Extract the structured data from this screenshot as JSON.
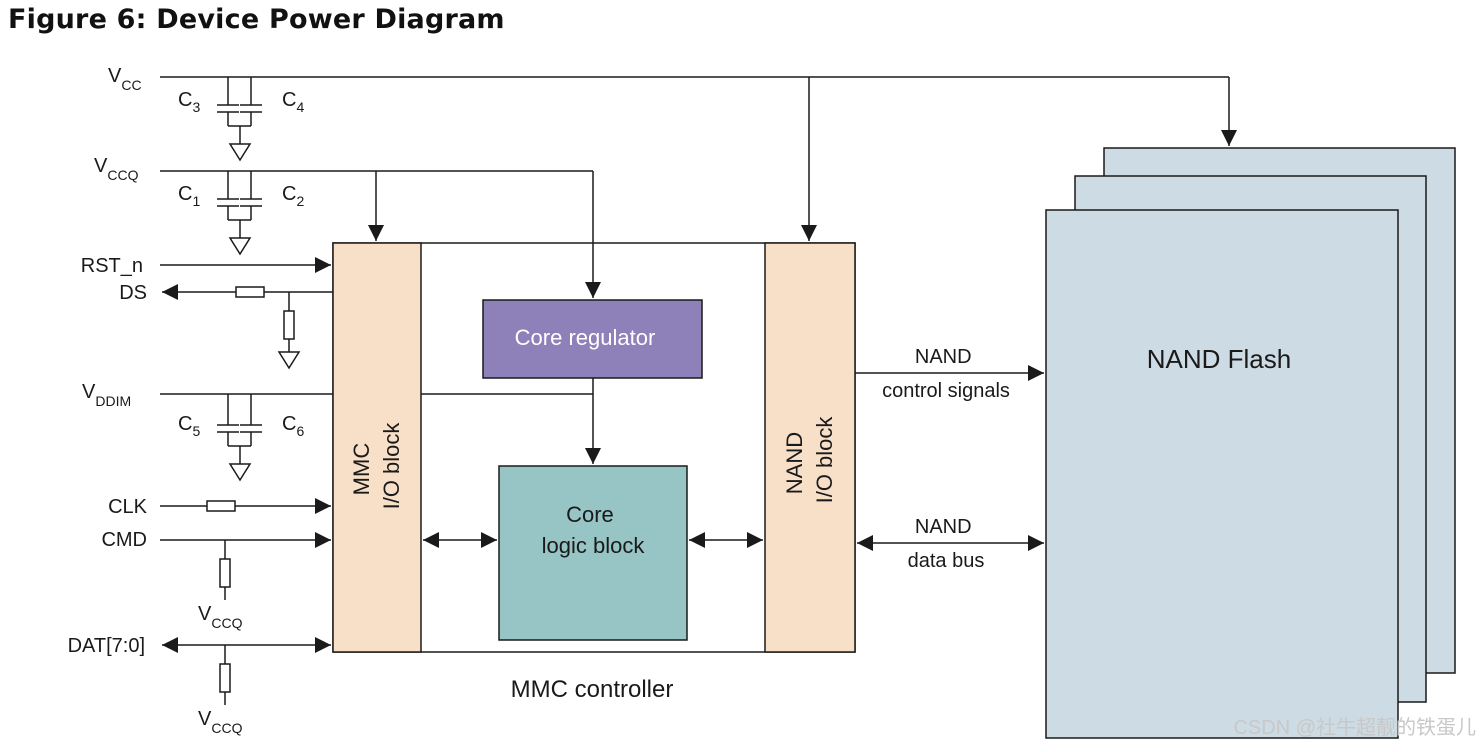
{
  "title": "Figure 6: Device Power Diagram",
  "colors": {
    "line": "#1a1a1a",
    "io_block_fill": "#f8dfc8",
    "core_regulator_fill": "#8e80b8",
    "core_logic_fill": "#97c4c5",
    "nand_flash_fill": "#cddbe4"
  },
  "signals": {
    "vcc": {
      "main": "V",
      "sub": "CC"
    },
    "vccq": {
      "main": "V",
      "sub": "CCQ"
    },
    "vddim": {
      "main": "V",
      "sub": "DDIM"
    },
    "rst_n": "RST_n",
    "ds": "DS",
    "clk": "CLK",
    "cmd": "CMD",
    "dat": "DAT[7:0]"
  },
  "capacitors": {
    "c1": {
      "main": "C",
      "sub": "1"
    },
    "c2": {
      "main": "C",
      "sub": "2"
    },
    "c3": {
      "main": "C",
      "sub": "3"
    },
    "c4": {
      "main": "C",
      "sub": "4"
    },
    "c5": {
      "main": "C",
      "sub": "5"
    },
    "c6": {
      "main": "C",
      "sub": "6"
    }
  },
  "pullups": {
    "cmd": {
      "main": "V",
      "sub": "CCQ"
    },
    "dat": {
      "main": "V",
      "sub": "CCQ"
    }
  },
  "blocks": {
    "mmc_io": [
      "MMC",
      "I/O block"
    ],
    "nand_io": [
      "NAND",
      "I/O block"
    ],
    "core_regulator": "Core regulator",
    "core_logic": [
      "Core",
      "logic block"
    ],
    "mmc_controller": "MMC controller",
    "nand_flash": "NAND Flash"
  },
  "buses": {
    "control": [
      "NAND",
      "control signals"
    ],
    "data": [
      "NAND",
      "data bus"
    ]
  },
  "watermark": "CSDN @社牛超靓的铁蛋儿"
}
